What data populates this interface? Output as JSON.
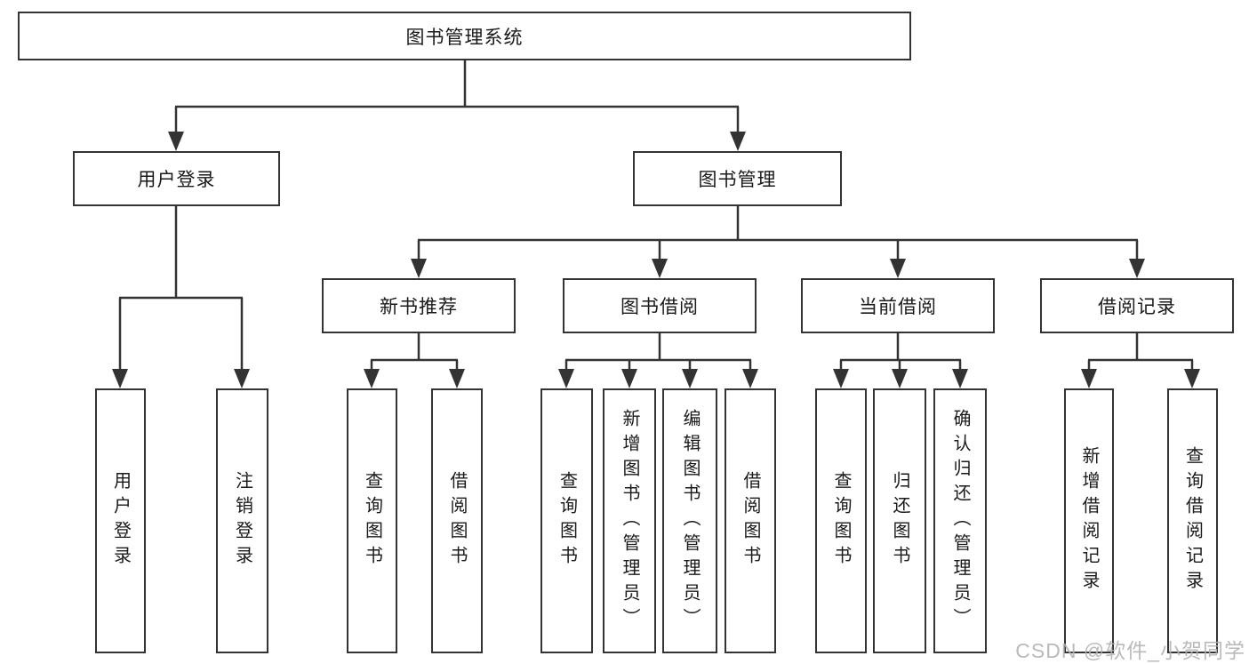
{
  "diagram": {
    "root": "图书管理系统",
    "level2": [
      "用户登录",
      "图书管理"
    ],
    "level3": [
      "新书推荐",
      "图书借阅",
      "当前借阅",
      "借阅记录"
    ],
    "leaves": {
      "user_login": [
        "用户登录",
        "注销登录"
      ],
      "new_book_recommendation": [
        "查询图书",
        "借阅图书"
      ],
      "book_borrowing": [
        "查询图书",
        "新增图书（管理员）",
        "编辑图书（管理员）",
        "借阅图书"
      ],
      "current_borrowing": [
        "查询图书",
        "归还图书",
        "确认归还（管理员）"
      ],
      "borrowing_records": [
        "新增借阅记录",
        "查询借阅记录"
      ]
    }
  },
  "watermark": "CSDN @软件_小贺同学",
  "colors": {
    "line": "#333333",
    "box_border": "#333333",
    "text": "#1a1a1a",
    "watermark": "#b0b0b0",
    "background": "#ffffff"
  }
}
